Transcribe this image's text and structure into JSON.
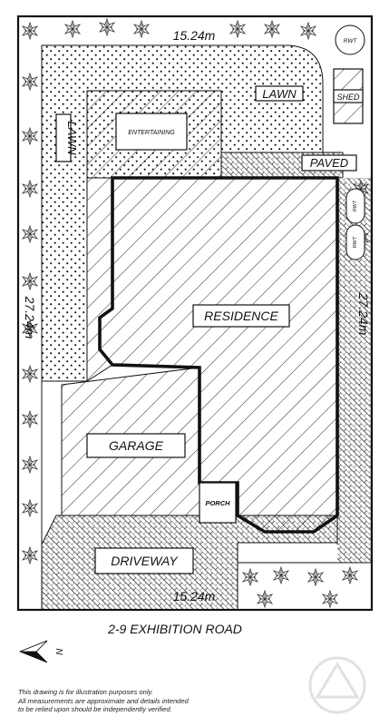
{
  "dimensions": {
    "top": "15.24m",
    "bottom": "15.24m",
    "left": "27.24m",
    "right": "27.24m"
  },
  "areas": {
    "lawn_top": "LAWN",
    "lawn_side": "LAWN",
    "shed": "SHED",
    "entertaining": "ENTERTAINING",
    "paved": "PAVED",
    "residence": "RESIDENCE",
    "garage": "GARAGE",
    "porch": "PORCH",
    "driveway": "DRIVEWAY"
  },
  "tanks": {
    "top": "RWT",
    "side_1": "RWT",
    "side_2": "RWT"
  },
  "address": "2-9 EXHIBITION ROAD",
  "north_label": "N",
  "disclaimer": [
    "This drawing is for illustration purposes only.",
    "All measurements are approximate and details intended",
    "to be relied upon should be independently verified."
  ],
  "colors": {
    "outline": "#111111",
    "background": "#ffffff"
  }
}
